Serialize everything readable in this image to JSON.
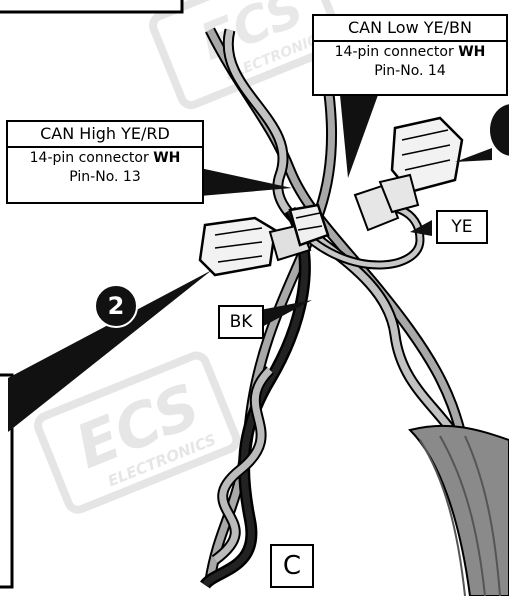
{
  "watermark": {
    "brand": "ECS",
    "sub": "ELECTRONICS"
  },
  "callouts": {
    "can_low": {
      "title": "CAN Low YE/BN",
      "connector_prefix": "14-pin connector ",
      "connector_code": "WH",
      "pin": "Pin-No. 14"
    },
    "can_high": {
      "title": "CAN High YE/RD",
      "connector_prefix": "14-pin connector ",
      "connector_code": "WH",
      "pin": "Pin-No. 13"
    }
  },
  "wire_tags": {
    "ye": "YE",
    "bk": "BK"
  },
  "step_badge": "2",
  "reference_label": "C",
  "colors": {
    "outline": "#000000",
    "wire_grey": "#a8a8a8",
    "wire_black": "#111111",
    "watermark": "#e6e6e6",
    "bundle": "#8a8a8a"
  }
}
